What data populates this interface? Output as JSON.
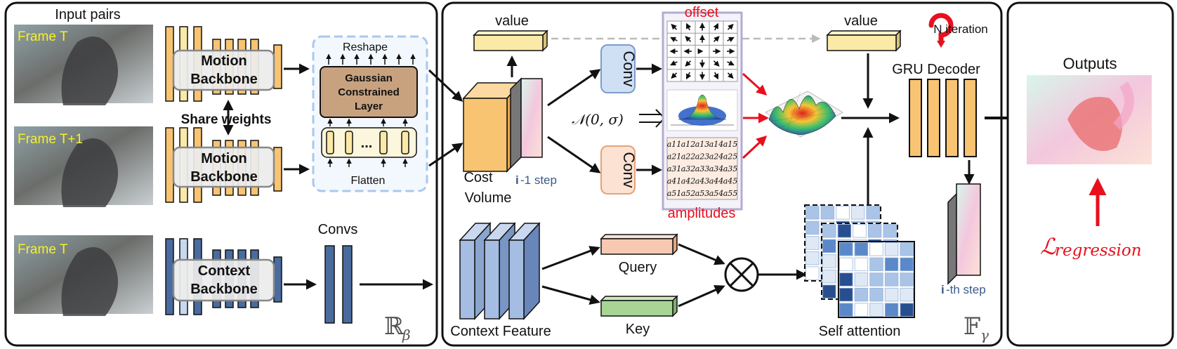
{
  "panel1": {
    "input_pairs": "Input pairs",
    "frame_t": "Frame T",
    "frame_t1": "Frame T+1",
    "frame_t_ctx": "Frame T",
    "motion_backbone_l1": "Motion",
    "motion_backbone_l2": "Backbone",
    "share_weights": "Share weights",
    "context_backbone_l1": "Context",
    "context_backbone_l2": "Backbone",
    "reshape": "Reshape",
    "gaussian_l1": "Gaussian",
    "gaussian_l2": "Constrained",
    "gaussian_l3": "Layer",
    "ellipsis": "...",
    "flatten": "Flatten",
    "convs": "Convs",
    "symbol": "ℝ",
    "symbol_sub": "β"
  },
  "panel2": {
    "value_left": "value",
    "value_right": "value",
    "offset": "offset",
    "amplitudes": "amplitudes",
    "n_iteration": "N iteration",
    "gru_decoder": "GRU Decoder",
    "conv_top": "Conv",
    "conv_bottom": "Conv",
    "normal": "𝒩(0, σ)",
    "cost_l1": "Cost",
    "cost_l2": "Volume",
    "step_prev_i": "i",
    "step_prev_rest": "-1 step",
    "step_cur_i": "i",
    "step_cur_rest": "-th step",
    "query": "Query",
    "key": "Key",
    "context_feature": "Context Feature",
    "self_attention": "Self attention",
    "symbol": "𝔽",
    "symbol_sub": "γ",
    "matrix": [
      [
        "a11",
        "a12",
        "a13",
        "a14",
        "a15"
      ],
      [
        "a21",
        "a22",
        "a23",
        "a24",
        "a25"
      ],
      [
        "a31",
        "a32",
        "a33",
        "a34",
        "a35"
      ],
      [
        "a41",
        "a42",
        "a43",
        "a44",
        "a45"
      ],
      [
        "a51",
        "a52",
        "a53",
        "a54",
        "a55"
      ]
    ]
  },
  "panel3": {
    "outputs": "Outputs",
    "loss_main": "ℒ",
    "loss_sub": "regression"
  },
  "colors": {
    "motion_orange": "#f8c472",
    "context_blue": "#4a6b9d",
    "gaussian_brown": "#c8a27f",
    "value_yellow": "#fbe9a7",
    "query_pink": "#f7c9b1",
    "key_green": "#a8d595",
    "conv_blue": "#cfe0f4",
    "conv_peach": "#fbe2d2",
    "accent_red": "#e8101d"
  }
}
